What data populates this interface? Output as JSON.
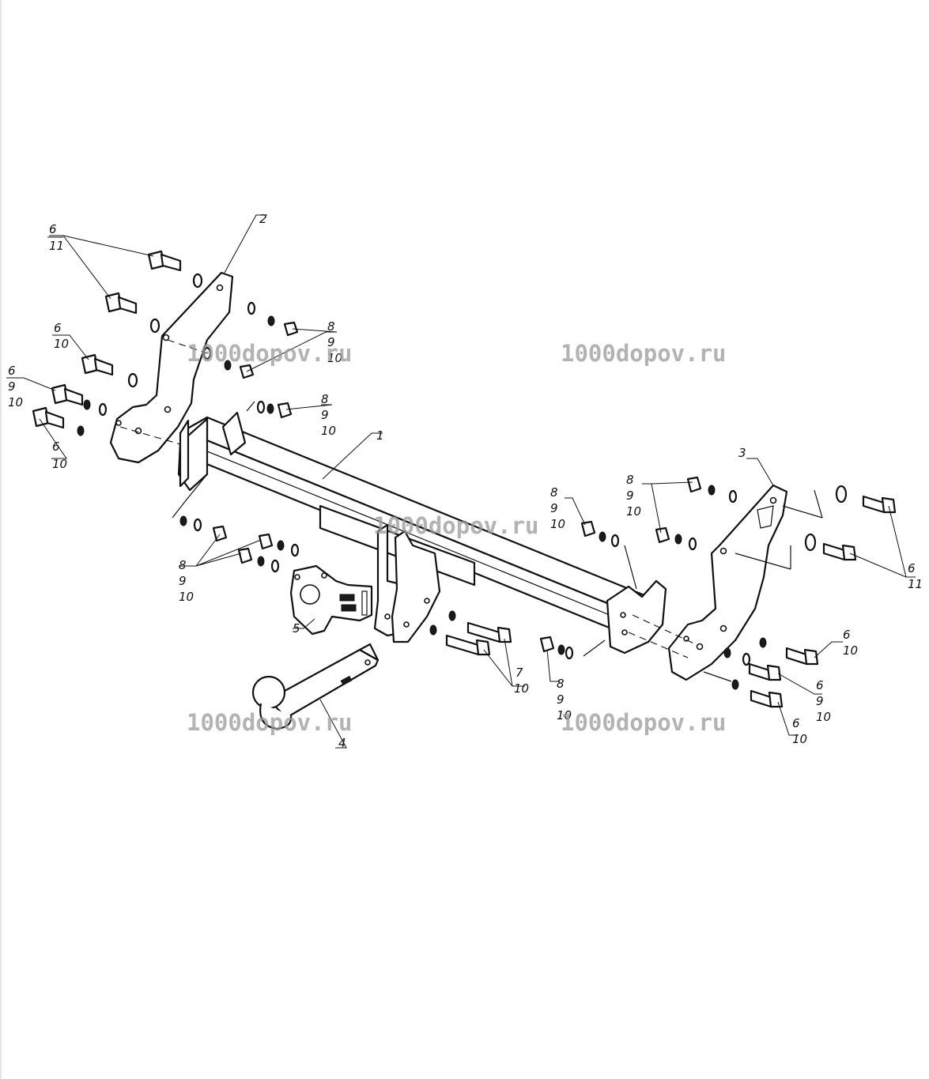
{
  "watermark": "1000dopov.ru",
  "labels": {
    "p1": "1",
    "p2": "2",
    "p3": "3",
    "p4": "4",
    "p5": "5",
    "n6": "6",
    "n7": "7",
    "n8": "8",
    "n9": "9",
    "n10": "10",
    "n11": "11"
  },
  "colors": {
    "line": "#111111",
    "background": "#ffffff",
    "watermark": "#9a9a9a"
  }
}
